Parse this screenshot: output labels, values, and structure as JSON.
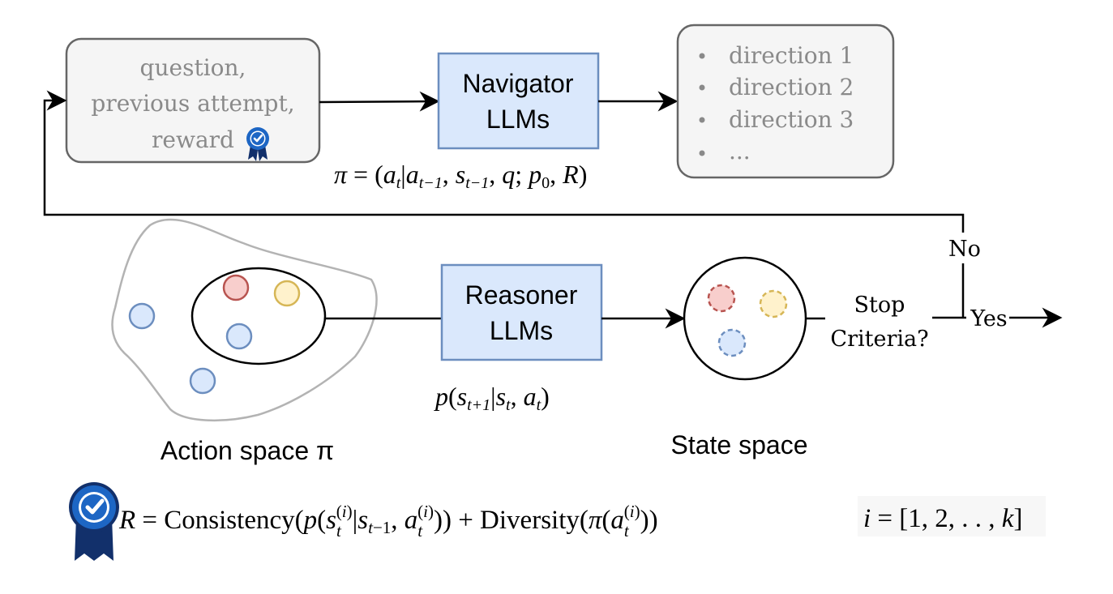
{
  "input_box": {
    "line1": "question,",
    "line2": "previous attempt,",
    "line3": "reward"
  },
  "navigator": {
    "line1": "Navigator",
    "line2": "LLMs"
  },
  "directions": {
    "items": [
      "direction 1",
      "direction 2",
      "direction 3",
      "..."
    ]
  },
  "reasoner": {
    "line1": "Reasoner",
    "line2": "LLMs"
  },
  "policy_formula": "π = (a_t | a_{t−1}, s_{t−1}, q; p_0, R)",
  "transition_formula": "p(s_{t+1} | s_t, a_t)",
  "action_space_label": "Action space π",
  "state_space_label": "State space",
  "stop": {
    "line1": "Stop",
    "line2": "Criteria?"
  },
  "no_label": "No",
  "yes_label": "Yes",
  "reward_formula": "R = Consistency(p(s_t^{(i)} | s_{t−1}, a_t^{(i)})) + Diversity(π(a_t^{(i)}))",
  "index_formula": "i = [1, 2, . . , k]",
  "colors": {
    "box_gray": "#f5f5f5",
    "box_border": "#666666",
    "llm_fill": "#dae8fc",
    "llm_border": "#6c8ebf",
    "red": "#b85450",
    "red_fill": "#f8cecc",
    "yellow": "#d6b656",
    "yellow_fill": "#fff2cc",
    "blue": "#6c8ebf",
    "blue_fill": "#dae8fc",
    "badge_blue": "#1d66c4",
    "badge_navy": "#12306b",
    "text_gray": "#8a8a8a"
  }
}
